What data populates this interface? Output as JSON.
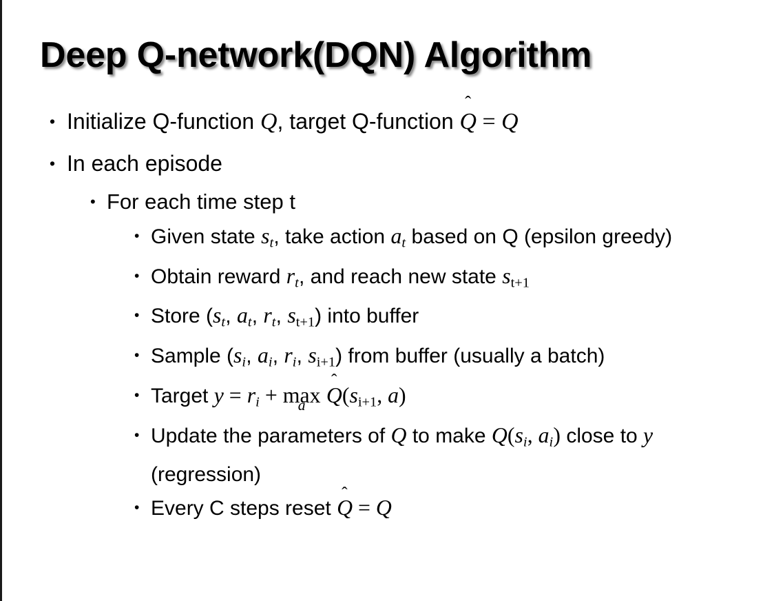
{
  "slide": {
    "title": "Deep Q-network(DQN) Algorithm",
    "background_color": "#ffffff",
    "text_color": "#000000",
    "edge_color": "#1a1a1a"
  },
  "bullets": {
    "marker": "•",
    "items": [
      {
        "level": 1,
        "id": "initialize",
        "segments": [
          {
            "t": "text",
            "v": "Initialize Q-function "
          },
          {
            "t": "var",
            "v": "Q"
          },
          {
            "t": "text",
            "v": ", target Q-function "
          },
          {
            "t": "hat",
            "v": "Q"
          },
          {
            "t": "op",
            "v": " = "
          },
          {
            "t": "var",
            "v": "Q"
          }
        ],
        "plain": "Initialize Q-function Q, target Q-function Q̂ = Q"
      },
      {
        "level": 1,
        "id": "in-each-episode",
        "segments": [
          {
            "t": "text",
            "v": "In each episode"
          }
        ],
        "plain": "In each episode"
      },
      {
        "level": 2,
        "id": "for-each-time-step",
        "segments": [
          {
            "t": "text",
            "v": "For each time step t"
          }
        ],
        "plain": "For each time step t"
      },
      {
        "level": 3,
        "id": "given-state",
        "segments": [
          {
            "t": "text",
            "v": "Given state "
          },
          {
            "t": "var",
            "v": "s"
          },
          {
            "t": "sub",
            "v": "t"
          },
          {
            "t": "text",
            "v": ", take action "
          },
          {
            "t": "var",
            "v": "a"
          },
          {
            "t": "sub",
            "v": "t"
          },
          {
            "t": "text",
            "v": " based on Q (epsilon greedy)"
          }
        ],
        "plain": "Given state s_t, take action a_t based on Q (epsilon greedy)"
      },
      {
        "level": 3,
        "id": "obtain-reward",
        "segments": [
          {
            "t": "text",
            "v": "Obtain reward "
          },
          {
            "t": "var",
            "v": "r"
          },
          {
            "t": "sub",
            "v": "t"
          },
          {
            "t": "text",
            "v": ", and reach new state "
          },
          {
            "t": "var",
            "v": "s"
          },
          {
            "t": "subup",
            "v": "t+1"
          }
        ],
        "plain": "Obtain reward r_t, and reach new state s_{t+1}"
      },
      {
        "level": 3,
        "id": "store-into-buffer",
        "segments": [
          {
            "t": "text",
            "v": "Store ("
          },
          {
            "t": "var",
            "v": "s"
          },
          {
            "t": "sub",
            "v": "t"
          },
          {
            "t": "text",
            "v": ", "
          },
          {
            "t": "var",
            "v": "a"
          },
          {
            "t": "sub",
            "v": "t"
          },
          {
            "t": "text",
            "v": ", "
          },
          {
            "t": "var",
            "v": "r"
          },
          {
            "t": "sub",
            "v": "t"
          },
          {
            "t": "text",
            "v": ", "
          },
          {
            "t": "var",
            "v": "s"
          },
          {
            "t": "subup",
            "v": "t+1"
          },
          {
            "t": "text",
            "v": ") into buffer"
          }
        ],
        "plain": "Store (s_t, a_t, r_t, s_{t+1}) into buffer"
      },
      {
        "level": 3,
        "id": "sample-from-buffer",
        "segments": [
          {
            "t": "text",
            "v": "Sample ("
          },
          {
            "t": "var",
            "v": "s"
          },
          {
            "t": "sub",
            "v": "i"
          },
          {
            "t": "text",
            "v": ", "
          },
          {
            "t": "var",
            "v": "a"
          },
          {
            "t": "sub",
            "v": "i"
          },
          {
            "t": "text",
            "v": ", "
          },
          {
            "t": "var",
            "v": "r"
          },
          {
            "t": "sub",
            "v": "i"
          },
          {
            "t": "text",
            "v": ", "
          },
          {
            "t": "var",
            "v": "s"
          },
          {
            "t": "subup",
            "v": "i+1"
          },
          {
            "t": "text",
            "v": ") from buffer (usually a batch)"
          }
        ],
        "plain": "Sample (s_i, a_i, r_i, s_{i+1}) from buffer (usually a batch)"
      },
      {
        "level": 3,
        "id": "target",
        "segments": [
          {
            "t": "text",
            "v": "Target "
          },
          {
            "t": "var",
            "v": "y"
          },
          {
            "t": "op",
            "v": " = "
          },
          {
            "t": "var",
            "v": "r"
          },
          {
            "t": "sub",
            "v": "i"
          },
          {
            "t": "op",
            "v": " + "
          },
          {
            "t": "max",
            "v": "max",
            "under": "a"
          },
          {
            "t": "text",
            "v": " "
          },
          {
            "t": "hat",
            "v": "Q"
          },
          {
            "t": "op",
            "v": "("
          },
          {
            "t": "var",
            "v": "s"
          },
          {
            "t": "subup",
            "v": "i+1"
          },
          {
            "t": "op",
            "v": ", "
          },
          {
            "t": "var",
            "v": "a"
          },
          {
            "t": "op",
            "v": ")"
          }
        ],
        "plain": "Target y = r_i + max_a Q̂(s_{i+1}, a)"
      },
      {
        "level": 3,
        "id": "update-parameters",
        "segments": [
          {
            "t": "text",
            "v": "Update the parameters of "
          },
          {
            "t": "var",
            "v": "Q"
          },
          {
            "t": "text",
            "v": " to make "
          },
          {
            "t": "var",
            "v": "Q"
          },
          {
            "t": "op",
            "v": "("
          },
          {
            "t": "var",
            "v": "s"
          },
          {
            "t": "sub",
            "v": "i"
          },
          {
            "t": "op",
            "v": ", "
          },
          {
            "t": "var",
            "v": "a"
          },
          {
            "t": "sub",
            "v": "i"
          },
          {
            "t": "op",
            "v": ")"
          },
          {
            "t": "text",
            "v": " close to "
          },
          {
            "t": "var",
            "v": "y"
          },
          {
            "t": "text",
            "v": " (regression)"
          }
        ],
        "plain": "Update the parameters of Q to make Q(s_i, a_i) close to y (regression)"
      },
      {
        "level": 3,
        "id": "every-c-steps-reset",
        "segments": [
          {
            "t": "text",
            "v": "Every C steps reset "
          },
          {
            "t": "hat",
            "v": "Q"
          },
          {
            "t": "op",
            "v": " = "
          },
          {
            "t": "var",
            "v": "Q"
          }
        ],
        "plain": "Every C steps reset Q̂ = Q"
      }
    ]
  }
}
